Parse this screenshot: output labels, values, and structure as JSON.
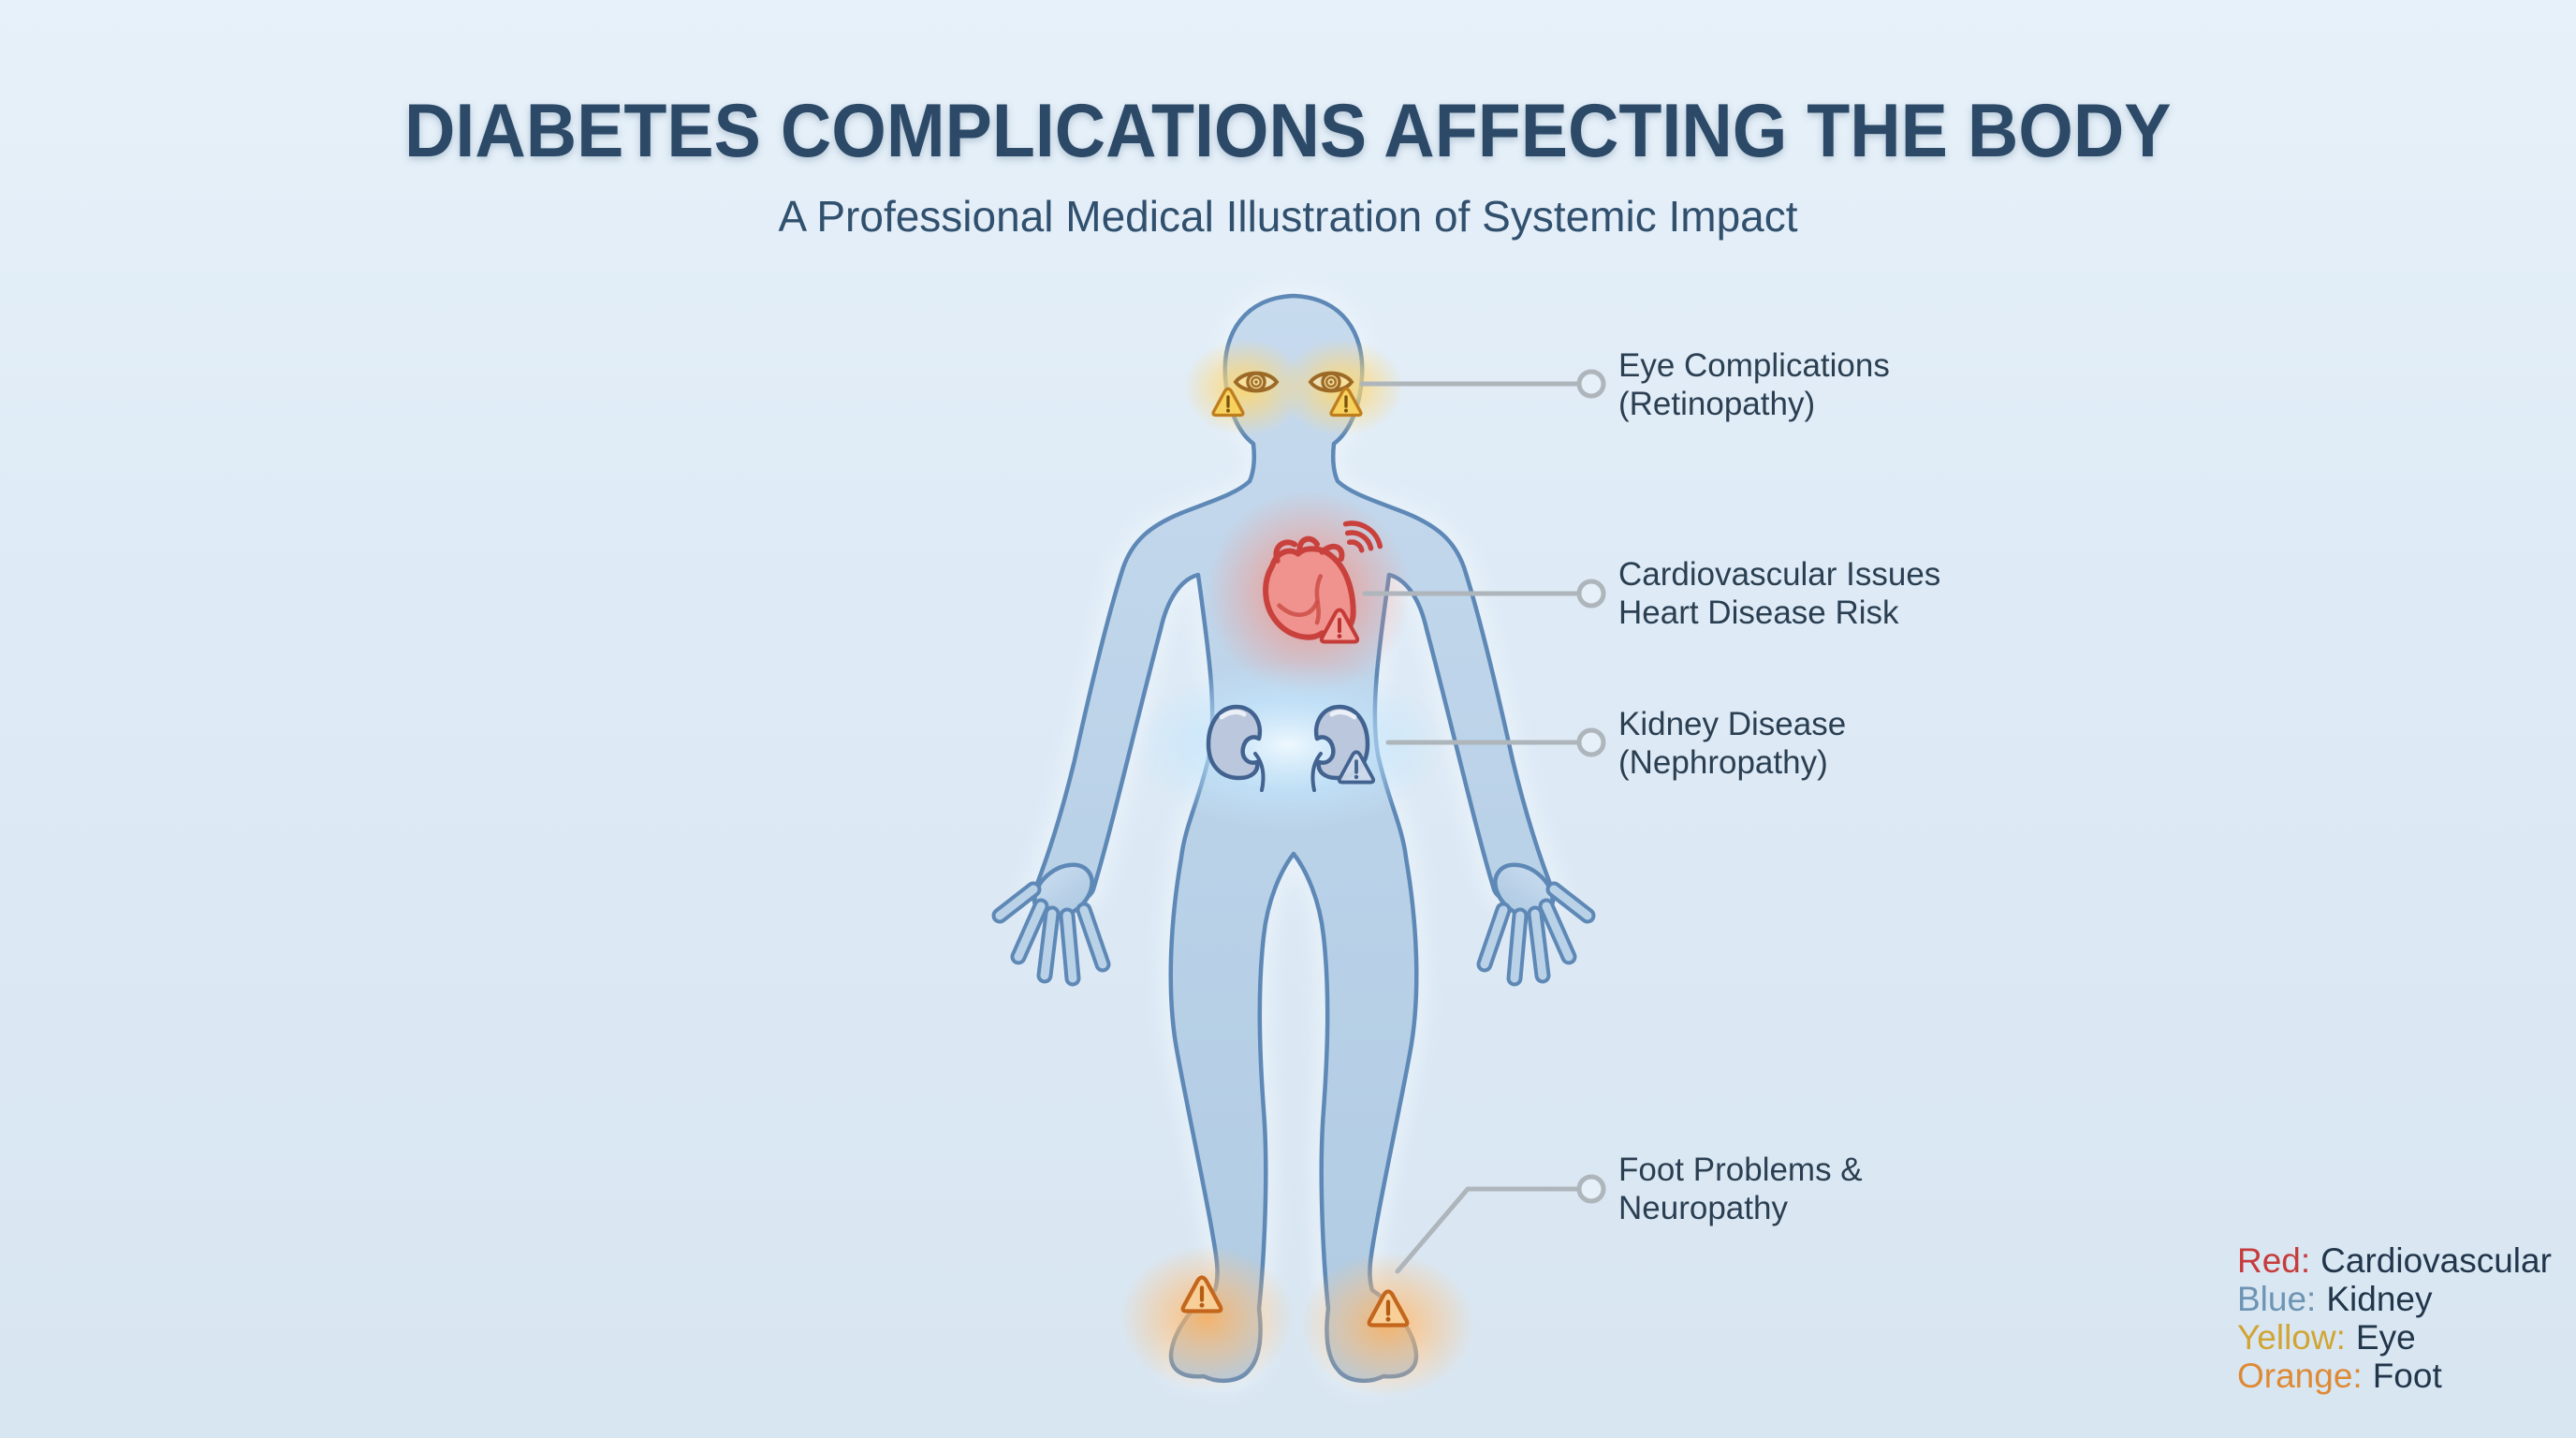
{
  "header": {
    "title": "DIABETES COMPLICATIONS AFFECTING THE BODY",
    "subtitle": "A Professional Medical Illustration of Systemic Impact"
  },
  "callouts": [
    {
      "id": "eye",
      "line1": "Eye Complications",
      "line2": "(Retinopathy)"
    },
    {
      "id": "cardio",
      "line1": "Cardiovascular Issues",
      "line2": "Heart Disease Risk"
    },
    {
      "id": "kidney",
      "line1": "Kidney Disease",
      "line2": "(Nephropathy)"
    },
    {
      "id": "foot",
      "line1": "Foot Problems &",
      "line2": "Neuropathy"
    }
  ],
  "legend": {
    "items": [
      {
        "term": "Red:",
        "label": "Cardiovascular",
        "color": "#c63c3c"
      },
      {
        "term": "Blue:",
        "label": "Kidney",
        "color": "#6e94b4"
      },
      {
        "term": "Yellow:",
        "label": "Eye",
        "color": "#d0a534"
      },
      {
        "term": "Orange:",
        "label": "Foot",
        "color": "#de8a35"
      }
    ]
  },
  "icons": {
    "eye-icon": "stylized eye with concentric iris",
    "warning-icon": "rounded triangle with exclamation mark",
    "heart-icon": "anatomical heart",
    "pulse-icon": "three signal arcs",
    "kidney-icon": "kidney bean with ureter",
    "callout-ring": "open circle line terminator"
  },
  "colors": {
    "background": "#dfebf6",
    "body_fill": "#bad2e8",
    "body_outline": "#5e88b6",
    "callout_line": "#aeb5bb",
    "label_text": "#2b3f52",
    "title_text": "#2c4a68",
    "eye_glow": "#ffd767",
    "heart_glow": "#ff7d66",
    "kidney_glow": "#c2e6fd",
    "foot_glow": "#ffaf58",
    "heart_red": "#c9413d",
    "kidney_blue": "#42628f",
    "eye_brown": "#9c6a26",
    "foot_orange": "#c4661c"
  }
}
